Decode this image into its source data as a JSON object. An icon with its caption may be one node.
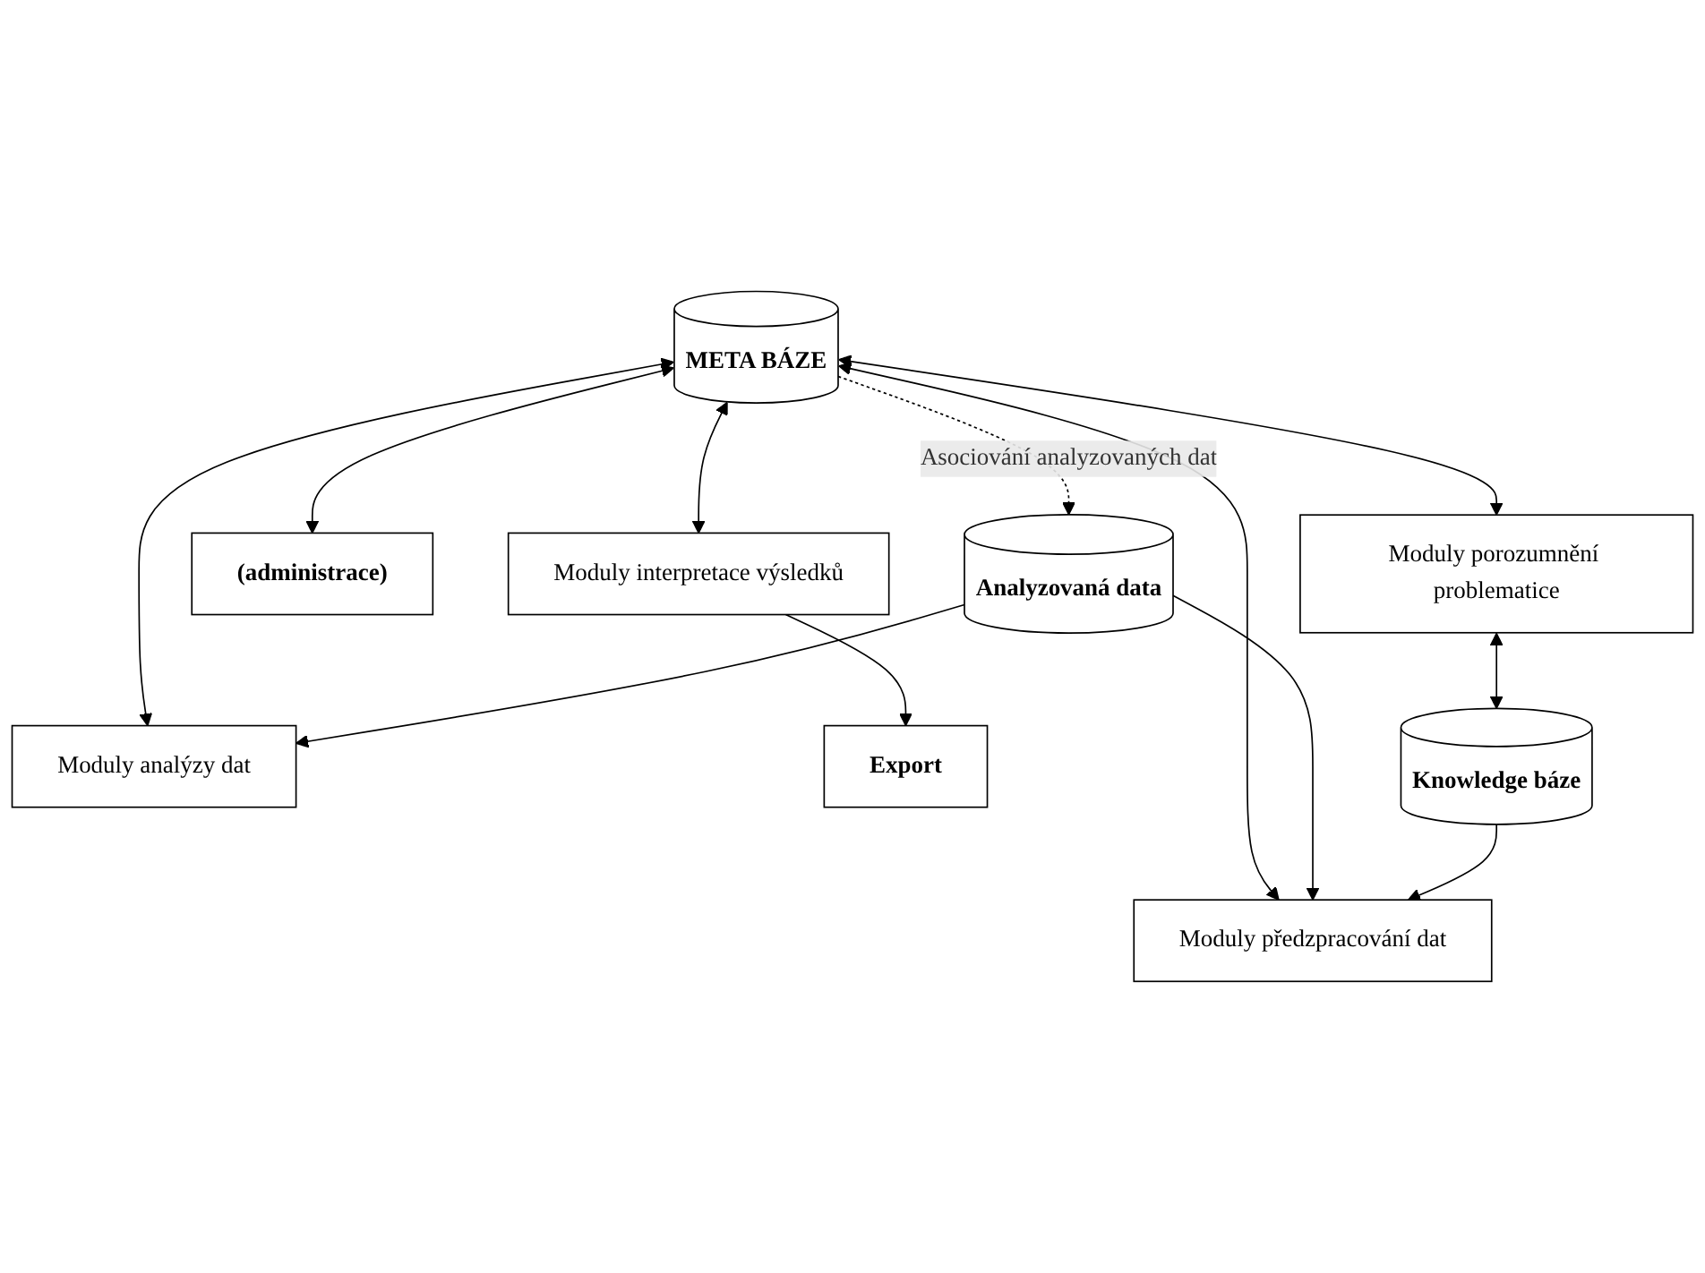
{
  "diagram": {
    "nodes": [
      {
        "text": [
          "Analyzovaná data"
        ]
      },
      {
        "text": [
          "META BÁZE"
        ]
      },
      {
        "text": [
          "(administrace)"
        ]
      },
      {
        "text": [
          "Moduly porozumnění problematice"
        ]
      },
      {
        "text": [
          "Moduly předzpracování dat"
        ]
      },
      {
        "text": [
          "Moduly analýzy dat"
        ]
      },
      {
        "text": [
          "Moduly interpretace výsledků"
        ]
      },
      {
        "text": [
          "Export"
        ]
      },
      {
        "text": [
          "Knowledge báze"
        ]
      }
    ],
    "edges": [
      {
        "from": 1,
        "to": 0,
        "arrow": "to",
        "style": "dashed",
        "label": "Asociování analyzovaných dat"
      },
      {
        "from": 1,
        "to": 2,
        "arrow": "both"
      },
      {
        "from": 1,
        "to": 3,
        "arrow": "both"
      },
      {
        "from": 1,
        "to": 4,
        "arrow": "both"
      },
      {
        "from": 1,
        "to": 5,
        "arrow": "both"
      },
      {
        "from": 1,
        "to": 6,
        "arrow": "both"
      },
      {
        "from": 0,
        "to": 4,
        "arrow": "to"
      },
      {
        "from": 0,
        "to": 5,
        "arrow": "to"
      },
      {
        "from": 3,
        "to": 8,
        "arrow": "both"
      },
      {
        "from": 8,
        "to": 4,
        "arrow": "to"
      },
      {
        "from": 6,
        "to": 7,
        "arrow": "to"
      }
    ]
  }
}
